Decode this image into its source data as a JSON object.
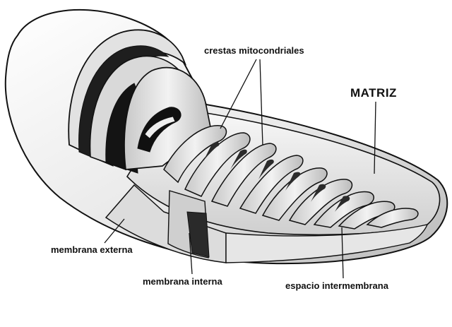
{
  "labels": {
    "crestas": "crestas mitocondriales",
    "matriz": "MATRIZ",
    "membrana_externa": "membrana externa",
    "membrana_interna": "membrana interna",
    "espacio_intermembrana": "espacio intermembrana"
  },
  "colors": {
    "outline": "#111111",
    "outer_shell": "#efefef",
    "shell_shadow": "#bdbdbd",
    "inner_membrane": "#d6d6d6",
    "dark_cavity": "#1a1a1a",
    "matrix": "#f4f4f4"
  }
}
